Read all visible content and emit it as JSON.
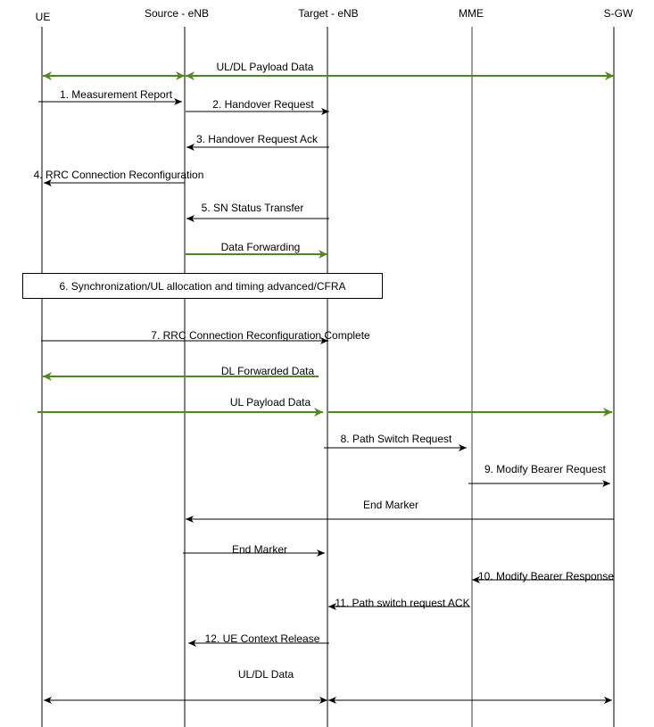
{
  "colors": {
    "stroke": "#000000",
    "highlight": "#4d8a1a",
    "background": "#ffffff",
    "lifeline_mme": "#808080"
  },
  "participants": [
    {
      "id": "ue",
      "label": "UE"
    },
    {
      "id": "source_enb",
      "label": "Source - eNB"
    },
    {
      "id": "target_enb",
      "label": "Target - eNB"
    },
    {
      "id": "mme",
      "label": "MME"
    },
    {
      "id": "sgw",
      "label": "S-GW"
    }
  ],
  "messages": [
    {
      "id": "ul-dl-payload-data",
      "label": "UL/DL Payload Data",
      "from": "ue",
      "to": "sgw",
      "style": "highlight",
      "bidirectional": true
    },
    {
      "id": "measurement-report",
      "label": "1. Measurement Report",
      "from": "ue",
      "to": "source_enb",
      "style": "plain"
    },
    {
      "id": "handover-request",
      "label": "2. Handover Request",
      "from": "source_enb",
      "to": "target_enb",
      "style": "plain"
    },
    {
      "id": "handover-request-ack",
      "label": "3. Handover Request Ack",
      "from": "target_enb",
      "to": "source_enb",
      "style": "plain"
    },
    {
      "id": "rrc-connection-reconfiguration",
      "label": "4. RRC Connection Reconfiguration",
      "from": "source_enb",
      "to": "ue",
      "style": "plain"
    },
    {
      "id": "sn-status-transfer",
      "label": "5. SN Status Transfer",
      "from": "target_enb",
      "to": "source_enb",
      "style": "plain"
    },
    {
      "id": "data-forwarding",
      "label": "Data Forwarding",
      "from": "source_enb",
      "to": "target_enb",
      "style": "highlight"
    },
    {
      "id": "rrc-connection-reconfiguration-complete",
      "label": "7. RRC Connection Reconfiguration Complete",
      "from": "ue",
      "to": "target_enb",
      "style": "plain"
    },
    {
      "id": "dl-forwarded-data",
      "label": "DL Forwarded Data",
      "from": "target_enb",
      "to": "ue",
      "style": "highlight"
    },
    {
      "id": "ul-payload-data-1",
      "label": "UL Payload Data",
      "from": "ue",
      "to": "target_enb",
      "style": "highlight"
    },
    {
      "id": "ul-payload-data-2",
      "label": "",
      "from": "target_enb",
      "to": "sgw",
      "style": "highlight"
    },
    {
      "id": "path-switch-request",
      "label": "8. Path Switch Request",
      "from": "target_enb",
      "to": "mme",
      "style": "plain"
    },
    {
      "id": "modify-bearer-request",
      "label": "9. Modify Bearer Request",
      "from": "mme",
      "to": "sgw",
      "style": "plain"
    },
    {
      "id": "end-marker-1",
      "label": "End Marker",
      "from": "sgw",
      "to": "source_enb",
      "style": "plain"
    },
    {
      "id": "end-marker-2",
      "label": "End Marker",
      "from": "source_enb",
      "to": "target_enb",
      "style": "plain"
    },
    {
      "id": "modify-bearer-response",
      "label": "10. Modify Bearer Response",
      "from": "sgw",
      "to": "mme",
      "style": "plain"
    },
    {
      "id": "path-switch-request-ack",
      "label": "11. Path switch request ACK",
      "from": "mme",
      "to": "target_enb",
      "style": "plain"
    },
    {
      "id": "ue-context-release",
      "label": "12. UE Context Release",
      "from": "target_enb",
      "to": "source_enb",
      "style": "plain"
    },
    {
      "id": "ul-dl-data-1",
      "label": "UL/DL Data",
      "from": "ue",
      "to": "target_enb",
      "style": "plain",
      "bidirectional": true
    },
    {
      "id": "ul-dl-data-2",
      "label": "",
      "from": "target_enb",
      "to": "sgw",
      "style": "plain",
      "bidirectional": true
    }
  ],
  "note": {
    "label": "6. Synchronization/UL allocation and timing advanced/CFRA"
  }
}
